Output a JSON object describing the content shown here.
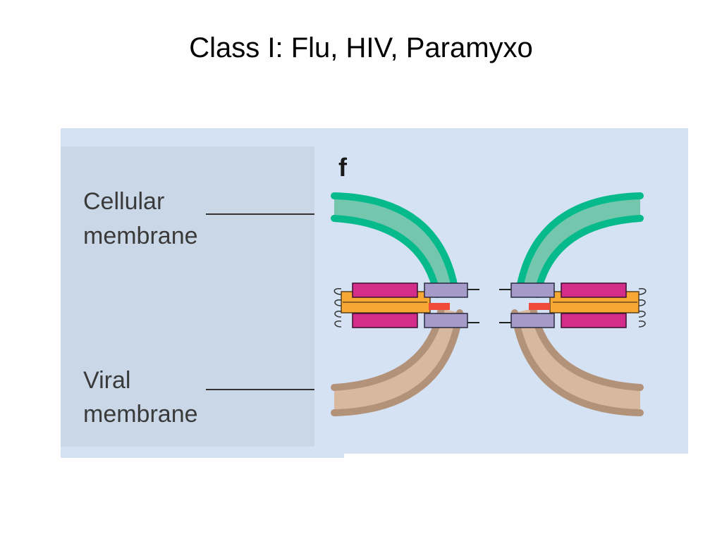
{
  "title": "Class I: Flu, HIV, Paramyxo",
  "figure": {
    "panel_letter": "f",
    "labels": {
      "cellular": [
        "Cellular",
        "membrane"
      ],
      "viral": [
        "Viral",
        "membrane"
      ]
    },
    "colors": {
      "background": "#d5e2f3",
      "label_panel": "#c9d7e6",
      "cellular_membrane_edge": "#06ba8c",
      "cellular_membrane_fill": "#74c7ad",
      "viral_membrane_edge": "#b3927a",
      "viral_membrane_fill": "#d8b9a0",
      "helix_magenta": "#d42c89",
      "helix_lavender": "#a49bc8",
      "helix_orange": "#f6a832",
      "fusion_peptide_red": "#f04a3a"
    }
  }
}
